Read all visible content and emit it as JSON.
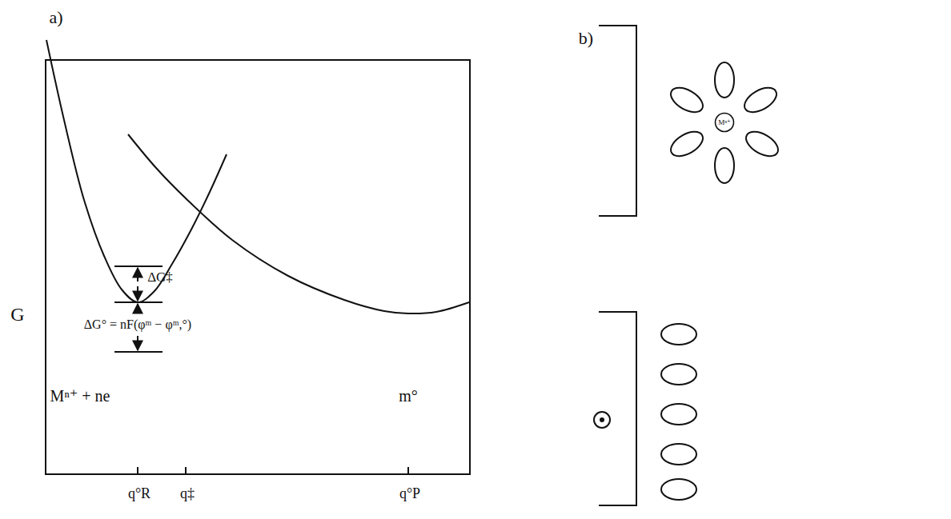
{
  "diagram": {
    "nodes": [
      {
        "text": [
          "Mⁿ⁺"
        ]
      }
    ],
    "labels": [
      "a)",
      "b)",
      "G",
      "ΔG‡",
      "ΔG° = nF(φᵐ − φᵐ,°)",
      "Mⁿ⁺ + ne",
      "m°",
      "q°R",
      "q‡",
      "q°P"
    ]
  }
}
